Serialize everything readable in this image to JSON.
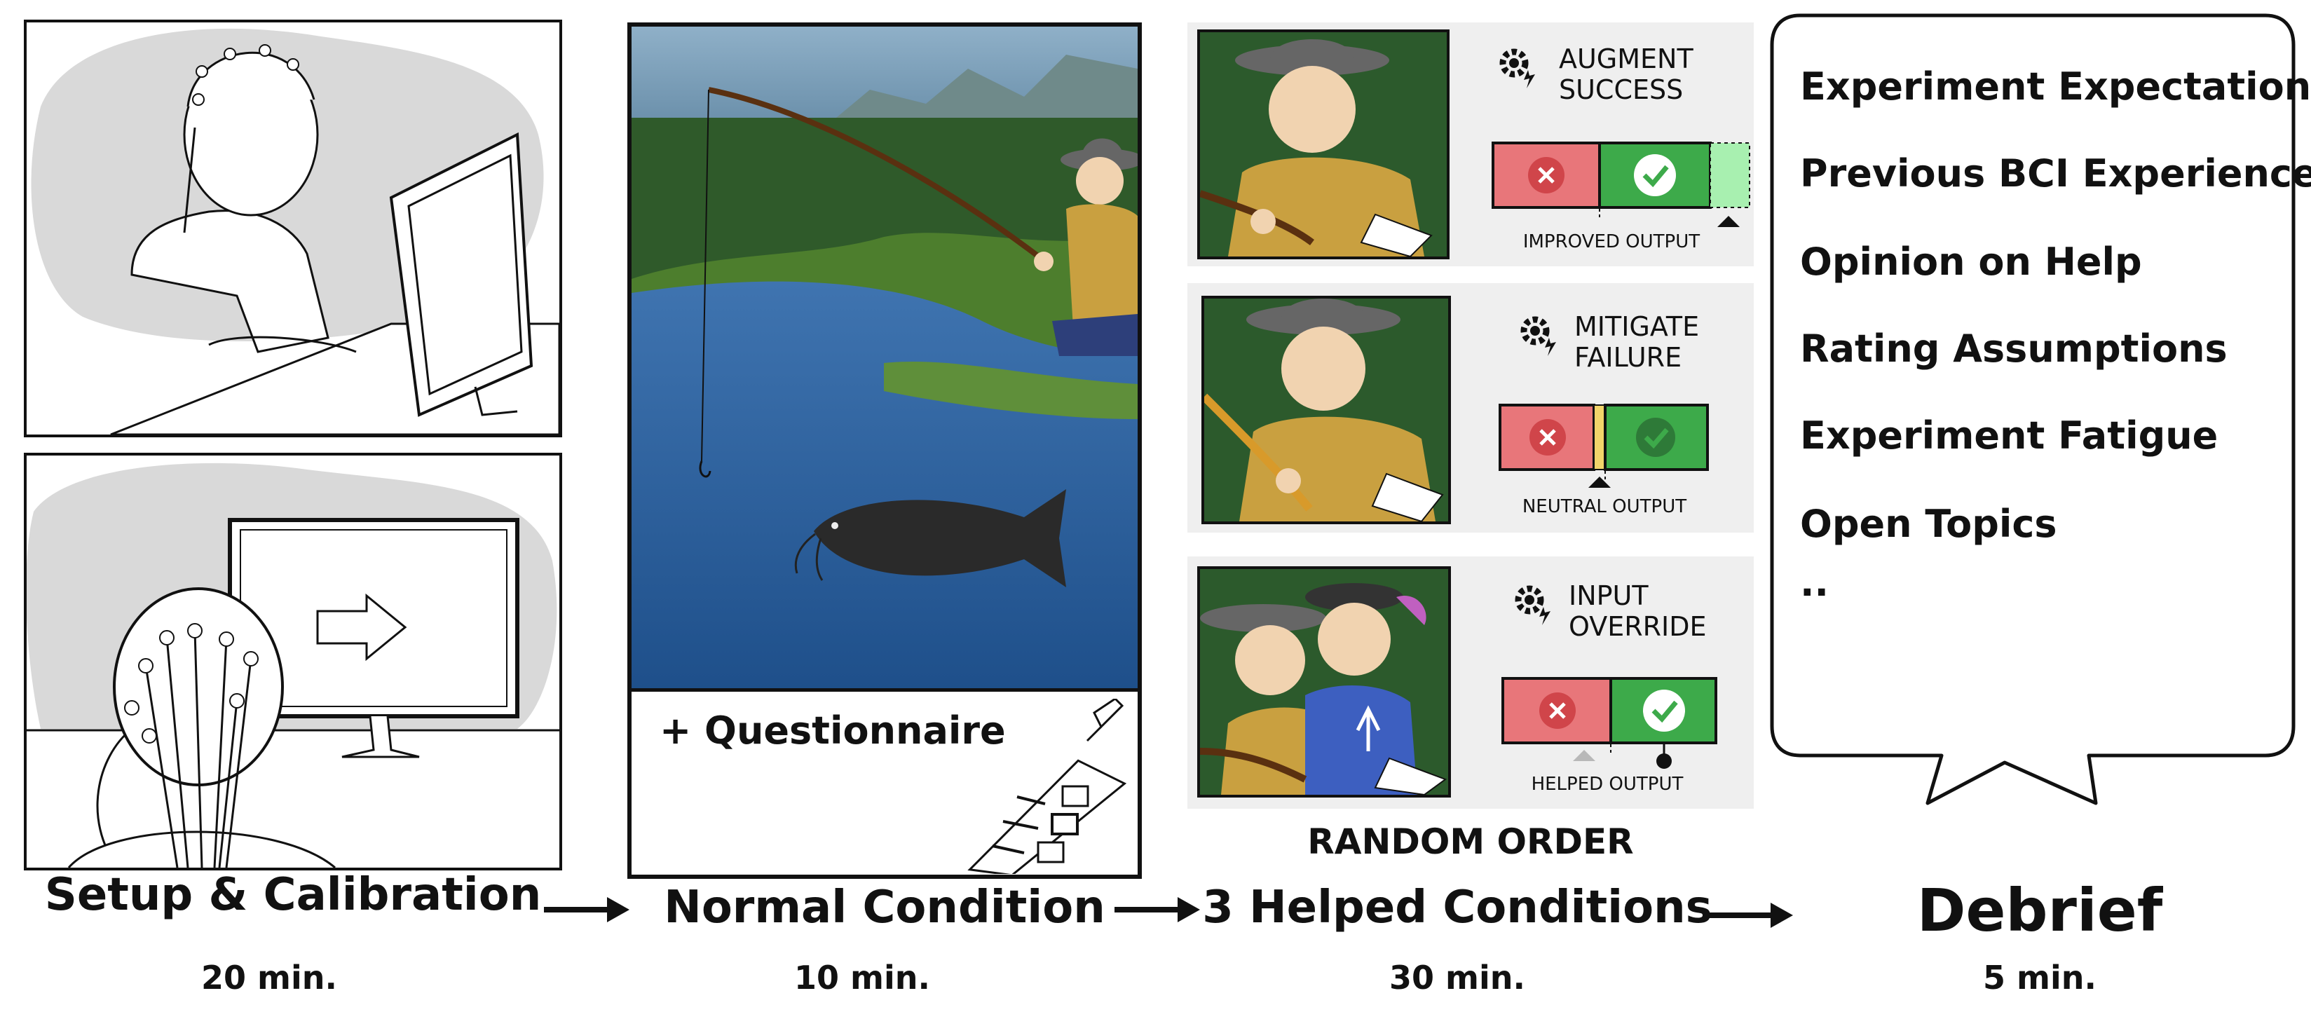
{
  "stages": [
    {
      "title": "Setup & Calibration",
      "duration": "20 min."
    },
    {
      "title": "Normal Condition",
      "duration": "10 min."
    },
    {
      "title": "3 Helped Conditions",
      "duration": "30 min."
    },
    {
      "title": "Debrief",
      "duration": "5 min."
    }
  ],
  "normal": {
    "questionnaire_label": "+ Questionnaire"
  },
  "helped": {
    "order_label": "RANDOM ORDER",
    "conditions": [
      {
        "mode_line1": "AUGMENT",
        "mode_line2": "SUCCESS",
        "output_label": "IMPROVED OUTPUT"
      },
      {
        "mode_line1": "MITIGATE",
        "mode_line2": "FAILURE",
        "output_label": "NEUTRAL OUTPUT"
      },
      {
        "mode_line1": "INPUT",
        "mode_line2": "OVERRIDE",
        "output_label": "HELPED OUTPUT"
      }
    ]
  },
  "debrief": {
    "topics": [
      "Experiment Expectations",
      "Previous BCI Experience",
      "Opinion on Help",
      "Rating Assumptions",
      "Experiment Fatigue",
      "Open Topics",
      ".."
    ]
  },
  "colors": {
    "fail_red": "#e8767a",
    "success_green": "#3daa4a",
    "bonus_green": "#a8f0b0",
    "neutral_yellow": "#f2d46a",
    "water_blue": "#2a5a9a",
    "grass_green": "#3f6f2a"
  }
}
